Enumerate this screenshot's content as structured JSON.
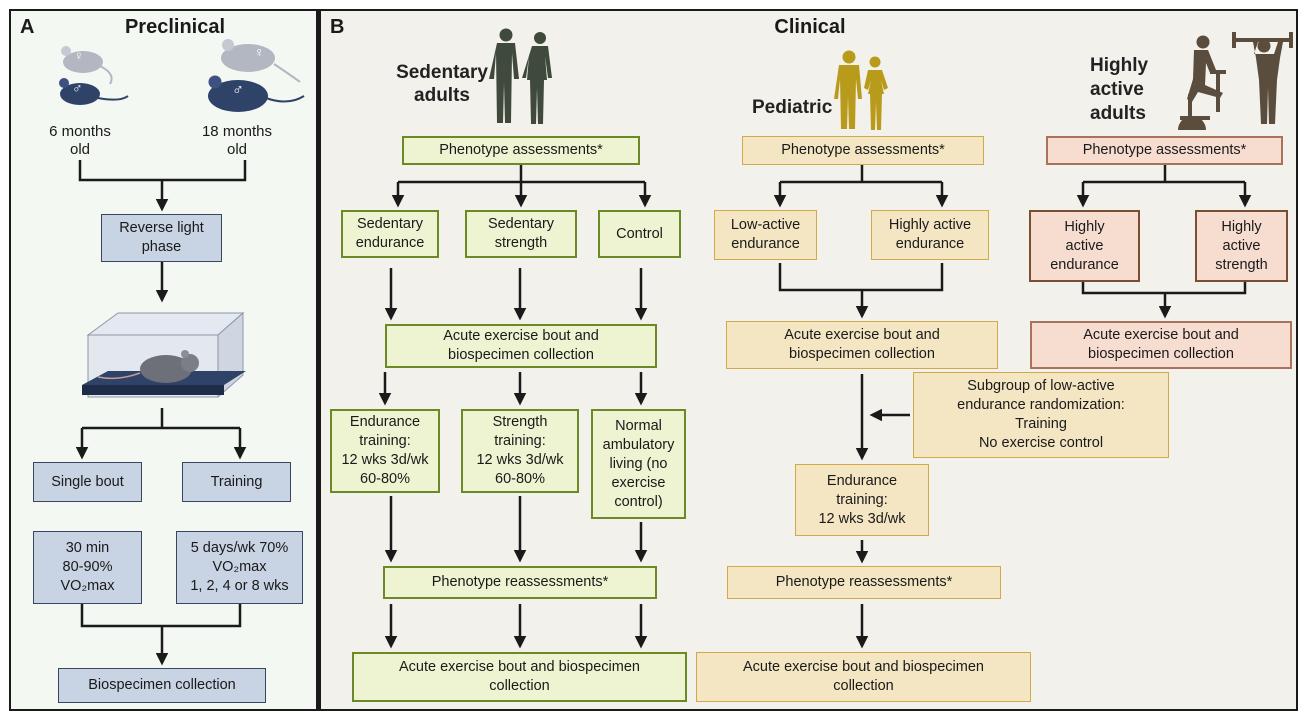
{
  "panelA": {
    "label": "A",
    "title": "Preclinical",
    "age_young": "6 months\nold",
    "age_old": "18 months\nold",
    "reverse_light": "Reverse light\nphase",
    "single_bout": "Single bout",
    "training": "Training",
    "single_bout_detail": "30 min\n80-90%\nVO₂max",
    "training_detail": "5 days/wk 70%\nVO₂max\n1, 2, 4 or 8 wks",
    "biospecimen": "Biospecimen collection",
    "female_symbol": "♀",
    "male_symbol": "♂",
    "colors": {
      "mouse_light": "#b3b7c2",
      "mouse_dark": "#2f4268"
    }
  },
  "panelB": {
    "label": "B",
    "title": "Clinical",
    "sedentary": {
      "title": "Sedentary\nadults",
      "phenotype": "Phenotype assessments*",
      "arms": [
        "Sedentary\nendurance",
        "Sedentary\nstrength",
        "Control"
      ],
      "acute": "Acute exercise bout and\nbiospecimen collection",
      "trainings": [
        "Endurance\ntraining:\n12 wks 3d/wk\n60-80%",
        "Strength\ntraining:\n12 wks 3d/wk\n60-80%",
        "Normal\nambulatory\nliving (no\nexercise\ncontrol)"
      ],
      "reassess": "Phenotype reassessments*",
      "final": "Acute exercise bout and biospecimen\ncollection"
    },
    "pediatric": {
      "title": "Pediatric",
      "phenotype": "Phenotype assessments*",
      "arms": [
        "Low-active\nendurance",
        "Highly active\nendurance"
      ],
      "acute": "Acute exercise bout and\nbiospecimen collection",
      "subgroup": "Subgroup of low-active\nendurance randomization:\nTraining\nNo exercise control",
      "training": "Endurance\ntraining:\n12 wks 3d/wk",
      "reassess": "Phenotype reassessments*",
      "final": "Acute exercise bout and biospecimen\ncollection"
    },
    "active": {
      "title": "Highly\nactive\nadults",
      "phenotype": "Phenotype assessments*",
      "arms": [
        "Highly\nactive\nendurance",
        "Highly\nactive\nstrength"
      ],
      "acute": "Acute exercise bout and\nbiospecimen collection"
    },
    "colors": {
      "sedentary_figure": "#3f4a3c",
      "pediatric_figure": "#b99b1c",
      "active_figure": "#5b4d3e"
    }
  }
}
